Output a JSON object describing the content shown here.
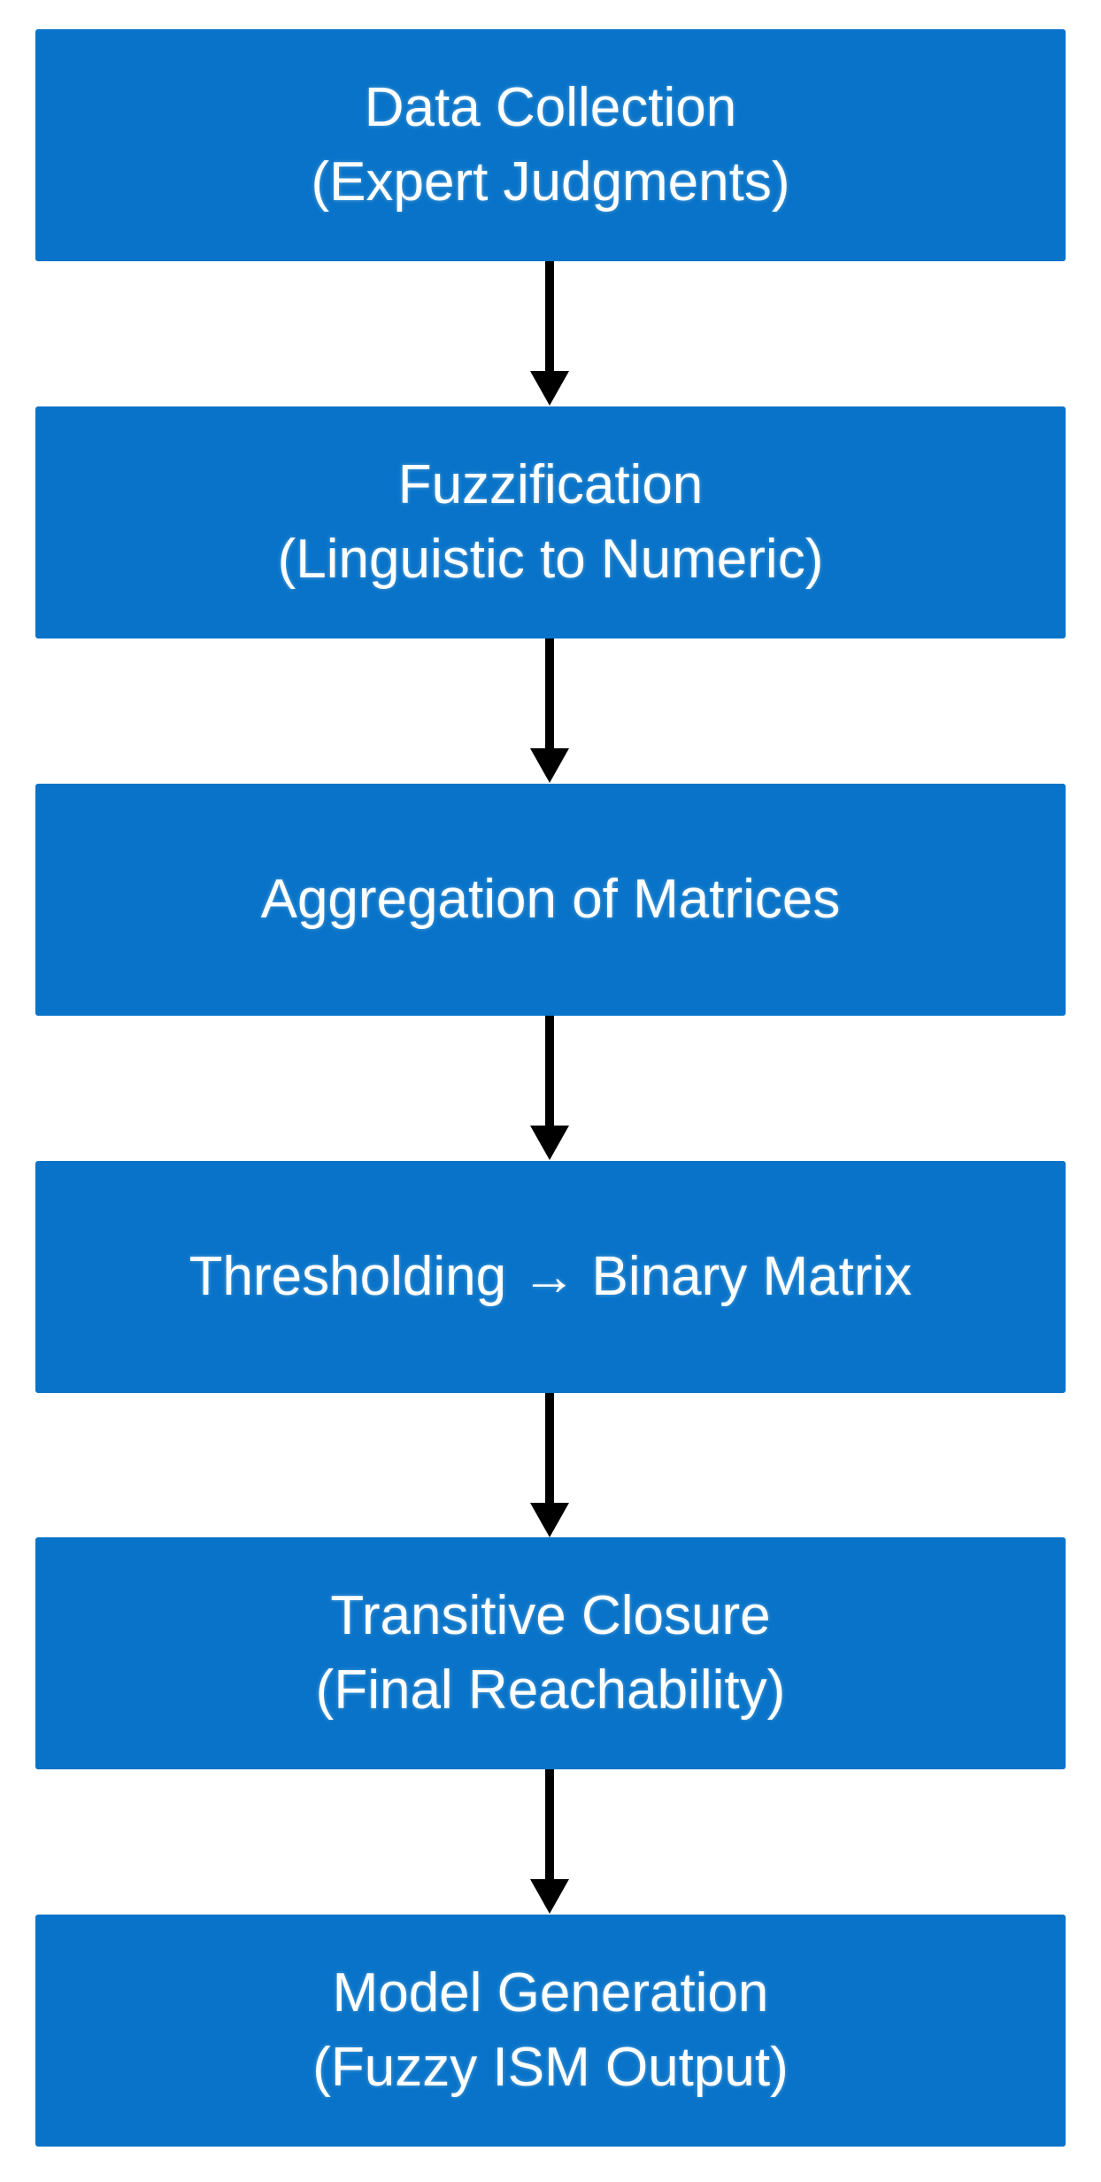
{
  "diagram": {
    "title": "Fuzzy ISM process flowchart",
    "colors": {
      "background": "#ffffff",
      "box_fill": "#0873c8",
      "text": "#ffffff",
      "arrow": "#000000"
    },
    "steps": [
      {
        "line1": "Data Collection",
        "line2": "(Expert Judgments)"
      },
      {
        "line1": "Fuzzification",
        "line2": "(Linguistic to Numeric)"
      },
      {
        "line1": "Aggregation of Matrices",
        "line2": ""
      },
      {
        "line1": "Thresholding → Binary Matrix",
        "line2": ""
      },
      {
        "line1": "Transitive Closure",
        "line2": "(Final Reachability)"
      },
      {
        "line1": "Model Generation",
        "line2": "(Fuzzy ISM Output)"
      }
    ]
  }
}
